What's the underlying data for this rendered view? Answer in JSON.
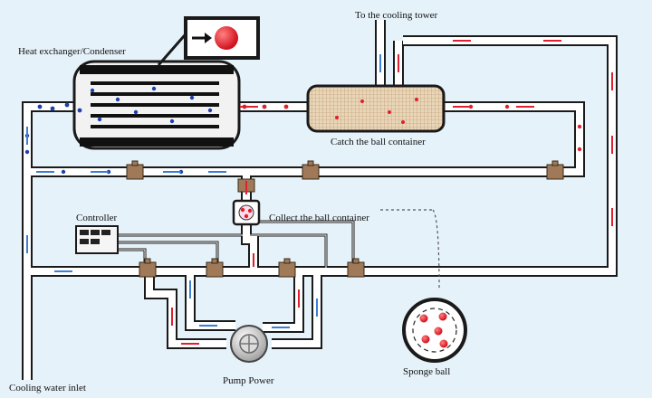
{
  "labels": {
    "heat_exchanger": "Heat exchanger/Condenser",
    "cooling_tower": "To the cooling tower",
    "catch_container": "Catch the ball container",
    "controller": "Controller",
    "collect_container": "Collect the ball container",
    "cooling_inlet": "Cooling water inlet",
    "pump_power": "Pump Power",
    "sponge_ball": "Sponge ball"
  },
  "colors": {
    "background": "#e6f2f9",
    "pipe_outline": "#1a1a1a",
    "pipe_fill": "#ffffff",
    "condenser_body": "#f2f2f2",
    "condenser_tubes": "#111111",
    "ball_red": "#e0202a",
    "ball_blue": "#1f3fae",
    "flow_blue": "#3a7fd5",
    "flow_red": "#e02030",
    "valve_body": "#a07a58",
    "container_fill": "#e7d3b4"
  },
  "icons": [
    "arrow-right-icon",
    "ball-icon",
    "valve-icon",
    "pump-icon",
    "controller-icon"
  ]
}
